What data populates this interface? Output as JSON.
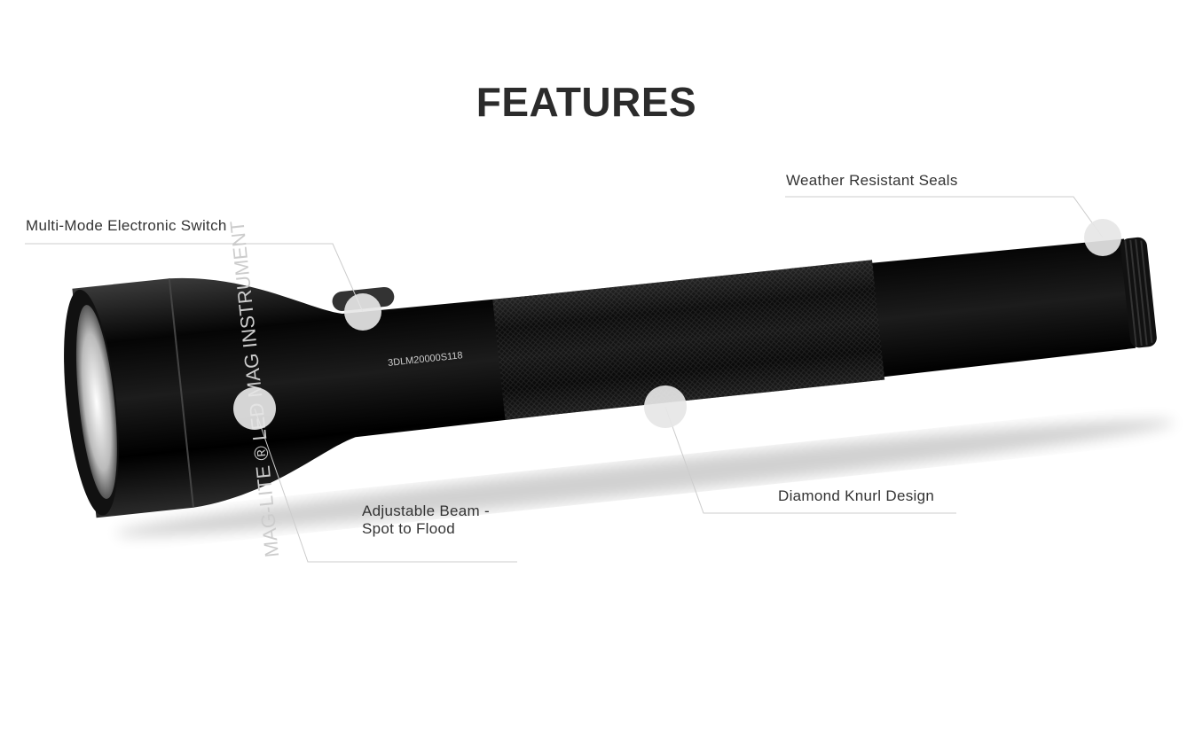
{
  "title": "FEATURES",
  "product": {
    "brand_engraving": "MAG-LITE ® LED MAG INSTRUMENT",
    "serial_engraving": "3DLM20000S118"
  },
  "features": [
    {
      "label": "Multi-Mode Electronic Switch"
    },
    {
      "label": "Weather Resistant Seals"
    },
    {
      "label": "Adjustable Beam - Spot to Flood",
      "line1": "Adjustable Beam -",
      "line2": "Spot to Flood"
    },
    {
      "label": "Diamond Knurl Design"
    }
  ],
  "colors": {
    "title": "#2b2b2b",
    "body": "#0a0a0a",
    "hotspot": "#e6e6e6",
    "leader_line": "#cccccc"
  }
}
